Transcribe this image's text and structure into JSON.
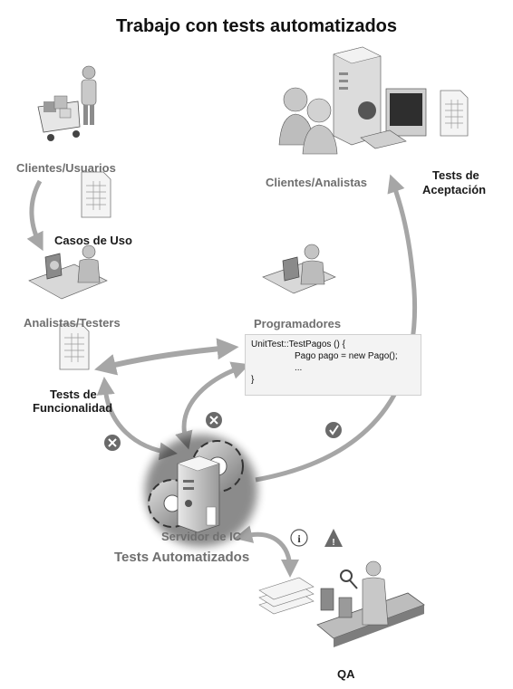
{
  "title": "Trabajo con tests automatizados",
  "nodes": {
    "clientes_usuarios": "Clientes/Usuarios",
    "casos_de_uso": "Casos de Uso",
    "analistas_testers": "Analistas/Testers",
    "tests_funcionalidad_1": "Tests de",
    "tests_funcionalidad_2": "Funcionalidad",
    "clientes_analistas": "Clientes/Analistas",
    "tests_aceptacion_1": "Tests de",
    "tests_aceptacion_2": "Aceptación",
    "programadores": "Programadores",
    "servidor_ic": "Servidor de IC",
    "tests_automatizados": "Tests Automatizados",
    "qa": "QA"
  },
  "code": {
    "line1": "UnitTest::TestPagos () {",
    "line2": "Pago pago = new Pago();",
    "line3": "...",
    "line4": "}"
  },
  "icons": {
    "fail_icon": "x-circle",
    "pass_icon": "check-circle",
    "info_icon": "info-circle",
    "warning_icon": "warning-triangle"
  },
  "colors": {
    "arrow": "#a6a6a6",
    "status_icon": "#6a6a6a"
  }
}
